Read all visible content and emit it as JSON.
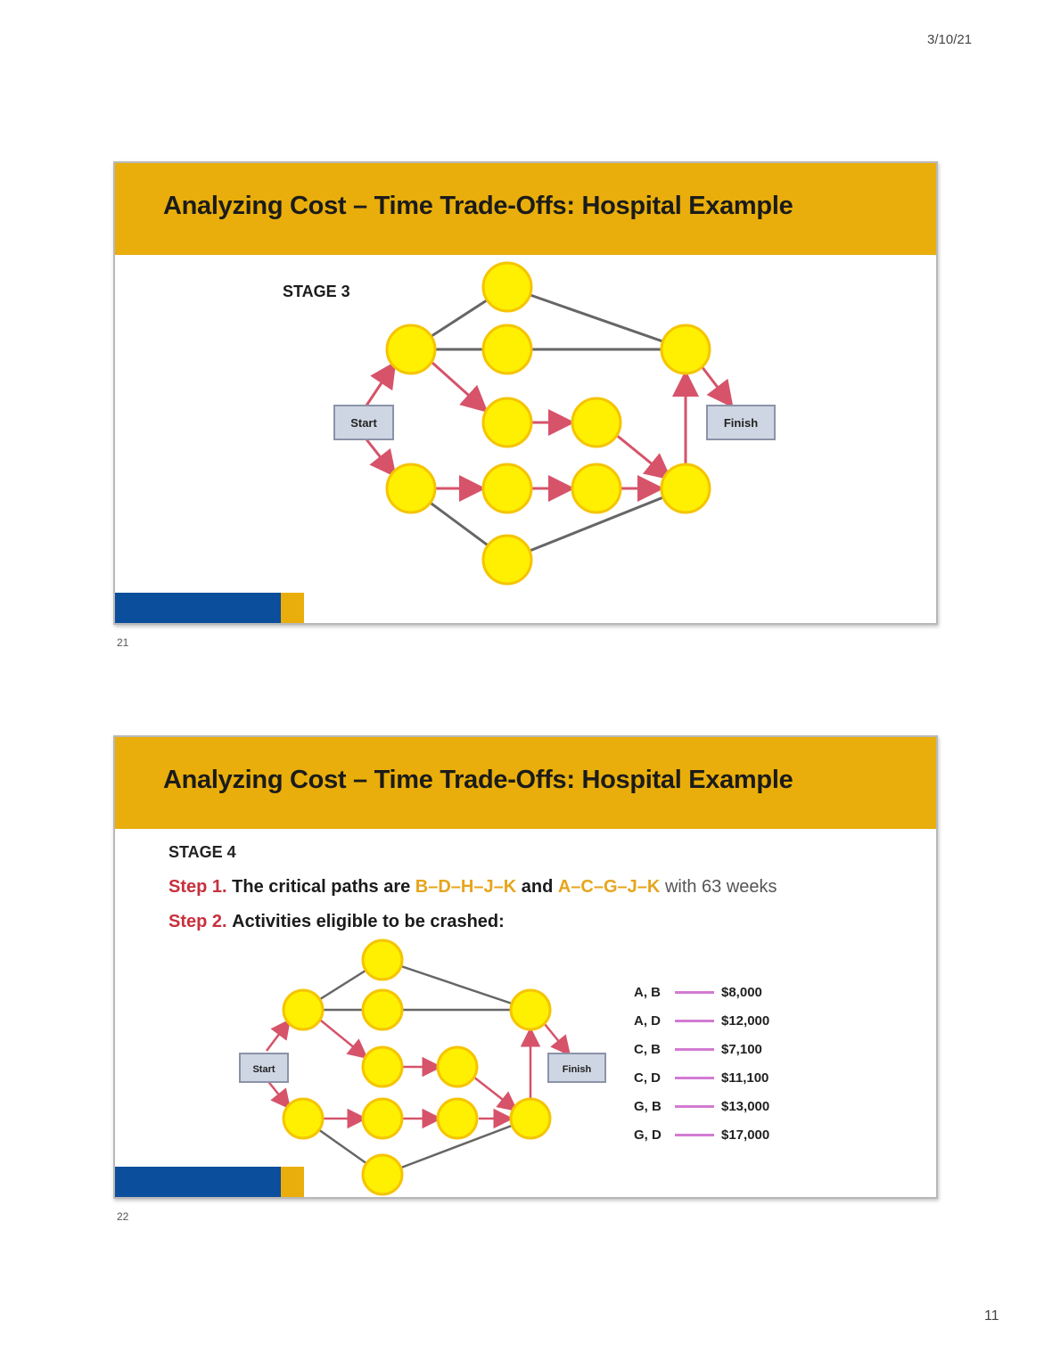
{
  "page": {
    "date": "3/10/21",
    "page_number": "11"
  },
  "slides": [
    {
      "title": "Analyzing Cost – Time Trade-Offs: Hospital Example",
      "stage": "STAGE 3",
      "slide_number": "21",
      "start_label": "Start",
      "finish_label": "Finish",
      "logo_text": [
        "",
        ""
      ]
    },
    {
      "title": "Analyzing Cost – Time Trade-Offs: Hospital Example",
      "stage": "STAGE 4",
      "slide_number": "22",
      "start_label": "Start",
      "finish_label": "Finish",
      "step1": {
        "tag": "Step 1.",
        "text": "The critical paths are",
        "path1": "B–D–H–J–K",
        "and": "and",
        "path2": "A–C–G–J–K",
        "tail": "with 63 weeks"
      },
      "step2": {
        "tag": "Step 2.",
        "text": "Activities eligible to be crashed:"
      },
      "crash_options": [
        {
          "pair": "A, B",
          "cost": "$8,000"
        },
        {
          "pair": "A, D",
          "cost": "$12,000"
        },
        {
          "pair": "C, B",
          "cost": "$7,100"
        },
        {
          "pair": "C, D",
          "cost": "$11,100"
        },
        {
          "pair": "G, B",
          "cost": "$13,000"
        },
        {
          "pair": "G, D",
          "cost": "$17,000"
        }
      ]
    }
  ],
  "colors": {
    "header": "#e9ae0b",
    "node_fill": "#ffef00",
    "node_ring": "#f5c400",
    "critical_edge": "#d6536a",
    "normal_edge": "#666666",
    "step_tag": "#c8303d",
    "path_highlight": "#e6a51c",
    "crash_line": "#d27bd3",
    "logo_blue": "#0b4e9b"
  }
}
